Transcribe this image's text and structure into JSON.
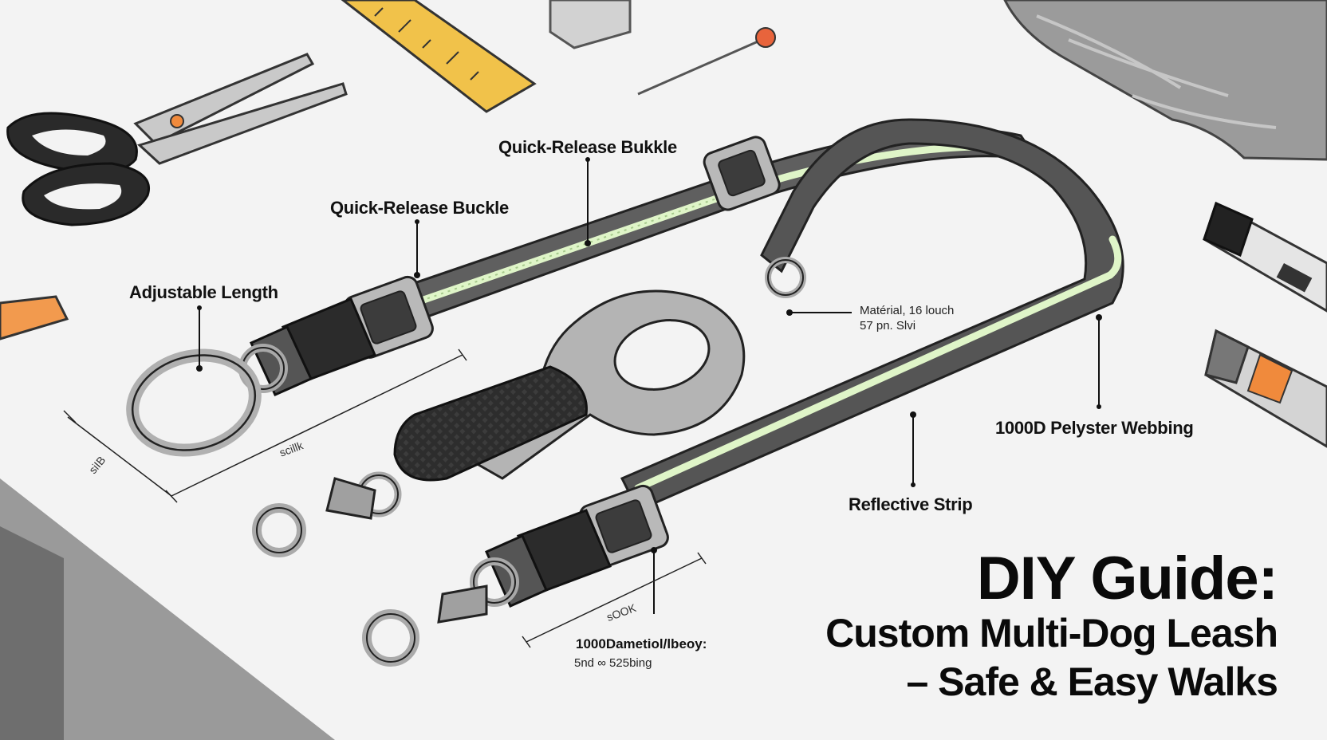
{
  "labels": {
    "buckle_top": "Quick-Release Bukkle",
    "buckle_left": "Quick-Release Buckle",
    "adjustable": "Adjustable Length",
    "material_line1": "Matérial, 16 louch",
    "material_line2": "57 pn. Slvi",
    "webbing": "1000D Pelyster Webbing",
    "reflective": "Reflective Strip",
    "spec_line1": "1000Dametiol/lbeoy:",
    "spec_line2": "5nd ∞ 525bing"
  },
  "dimensions": {
    "left_vertical": "siIB",
    "left_horizontal": "scillk",
    "bottom": "sOOK"
  },
  "title": {
    "line1": "DIY Guide:",
    "line2": "Custom Multi-Dog Leash",
    "line3": "– Safe & Easy Walks"
  },
  "colors": {
    "background": "#f4f4f4",
    "webbing": "#5f5f5f",
    "reflective": "#dff5c8",
    "buckle": "#2b2b2b",
    "hardware": "#a8a8a8",
    "accent_orange": "#f08a3c",
    "ruler": "#f1c24a"
  },
  "icons": [
    "scissors-icon",
    "ruler-icon",
    "pin-icon",
    "marker-icon",
    "fabric-icon",
    "chalk-icon"
  ]
}
